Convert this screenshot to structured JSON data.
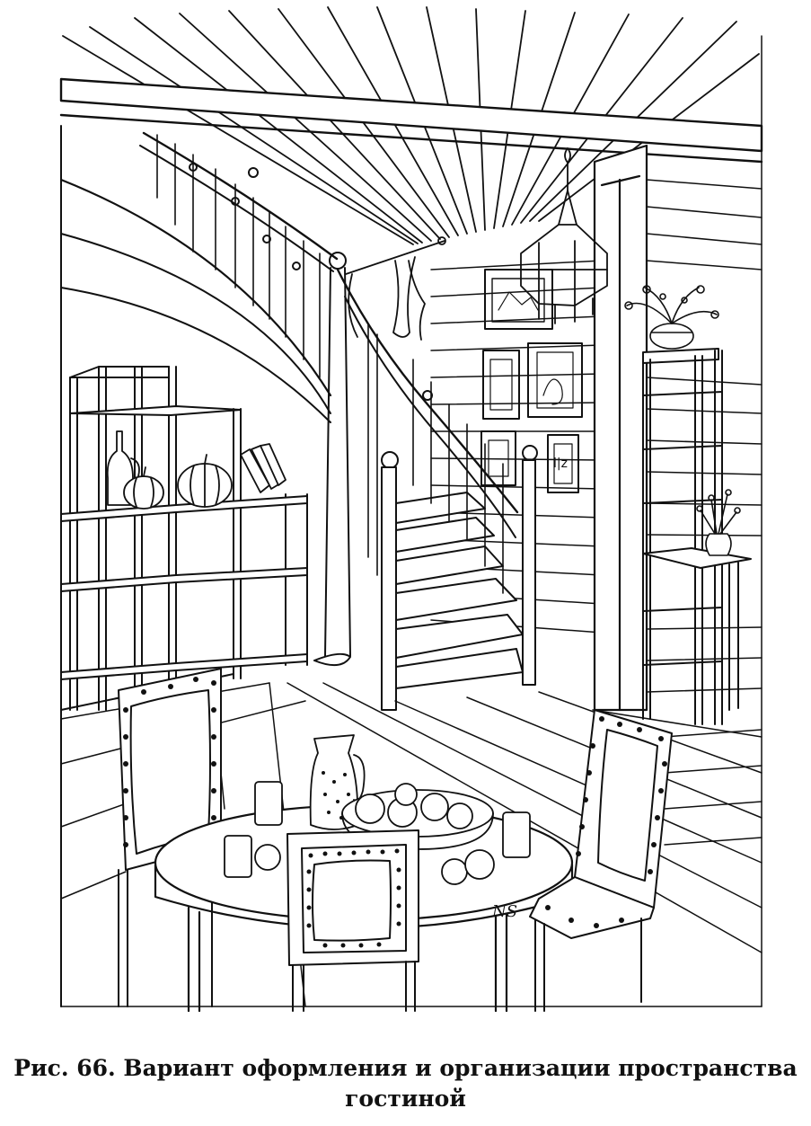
{
  "figure": {
    "signature": "NS",
    "caption_line1": "Рис. 66. Вариант оформления и организации пространства",
    "caption_line2": "гостиной"
  },
  "objects": [
    "ceiling-planks",
    "spiral-staircase",
    "hanging-lantern",
    "wall-pictures",
    "left-shelving",
    "right-shelving",
    "round-table",
    "chairs",
    "jug",
    "fruit-bowl",
    "glasses",
    "pumpkins",
    "books",
    "vase-with-flowers"
  ],
  "colors": {
    "ink": "#111111",
    "paper": "#ffffff"
  }
}
